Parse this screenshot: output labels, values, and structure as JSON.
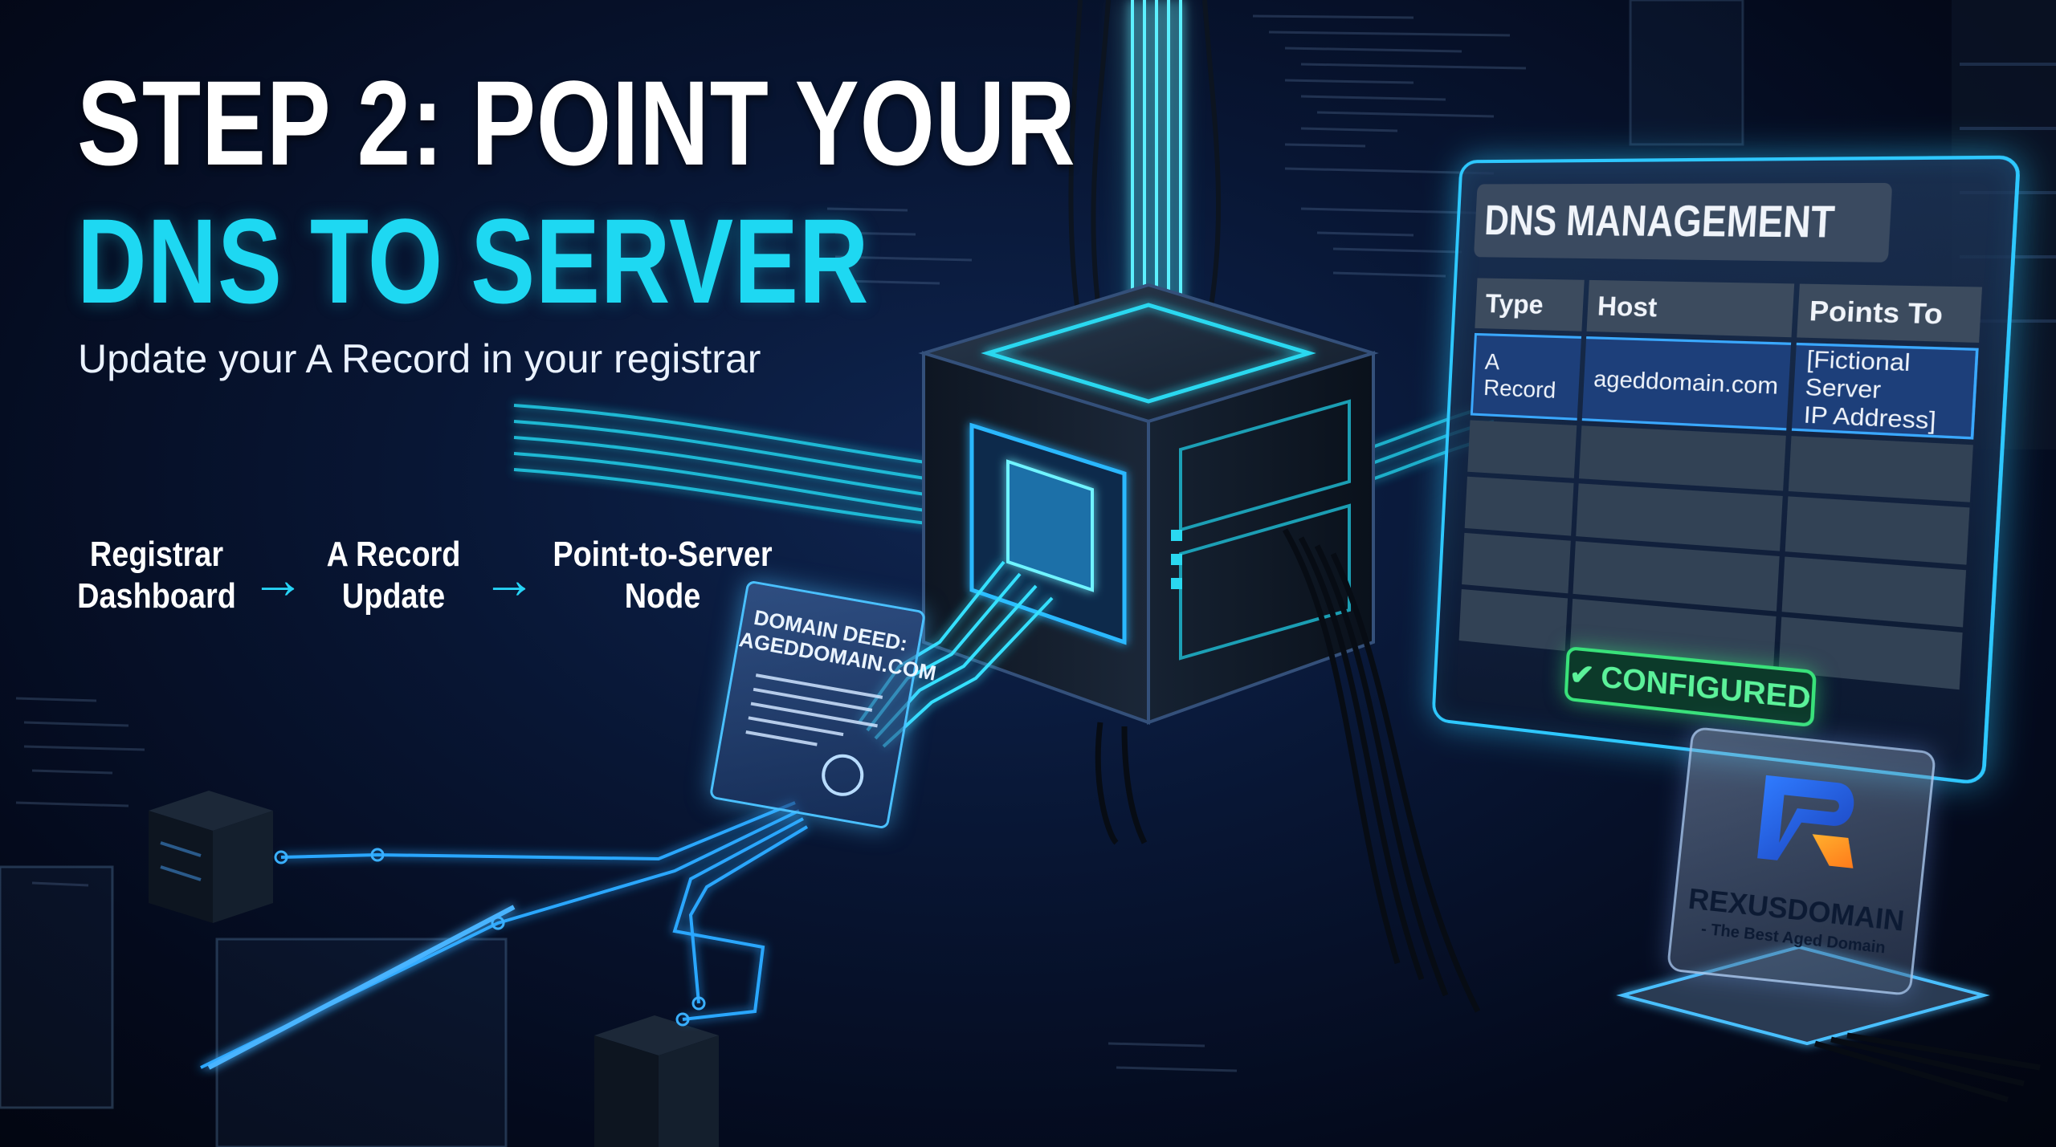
{
  "headline": {
    "line1": "STEP 2: POINT YOUR",
    "line2": "DNS TO SERVER",
    "subtitle": "Update your A Record in your registrar"
  },
  "flow": {
    "steps": [
      {
        "line1": "Registrar",
        "line2": "Dashboard"
      },
      {
        "line1": "A Record",
        "line2": "Update"
      },
      {
        "line1": "Point-to-Server",
        "line2": "Node"
      }
    ],
    "arrow_glyph": "→"
  },
  "dns_panel": {
    "title": "DNS MANAGEMENT",
    "columns": [
      "Type",
      "Host",
      "Points To"
    ],
    "record": {
      "type": "A Record",
      "host": "ageddomain.com",
      "points_to_line1": "[Fictional Server",
      "points_to_line2": "IP Address]"
    },
    "status_label": "CONFIGURED",
    "status_icon": "checkmark-icon",
    "status_color": "#39e27a"
  },
  "deed": {
    "line1": "DOMAIN DEED:",
    "line2": "AGEDDOMAIN.COM"
  },
  "logo": {
    "name": "REXUSDOMAIN",
    "tagline": "- The Best Aged Domain"
  },
  "colors": {
    "accent": "#1ed8f2",
    "glow_blue": "#2ec8ff",
    "background": "#050a1c"
  }
}
